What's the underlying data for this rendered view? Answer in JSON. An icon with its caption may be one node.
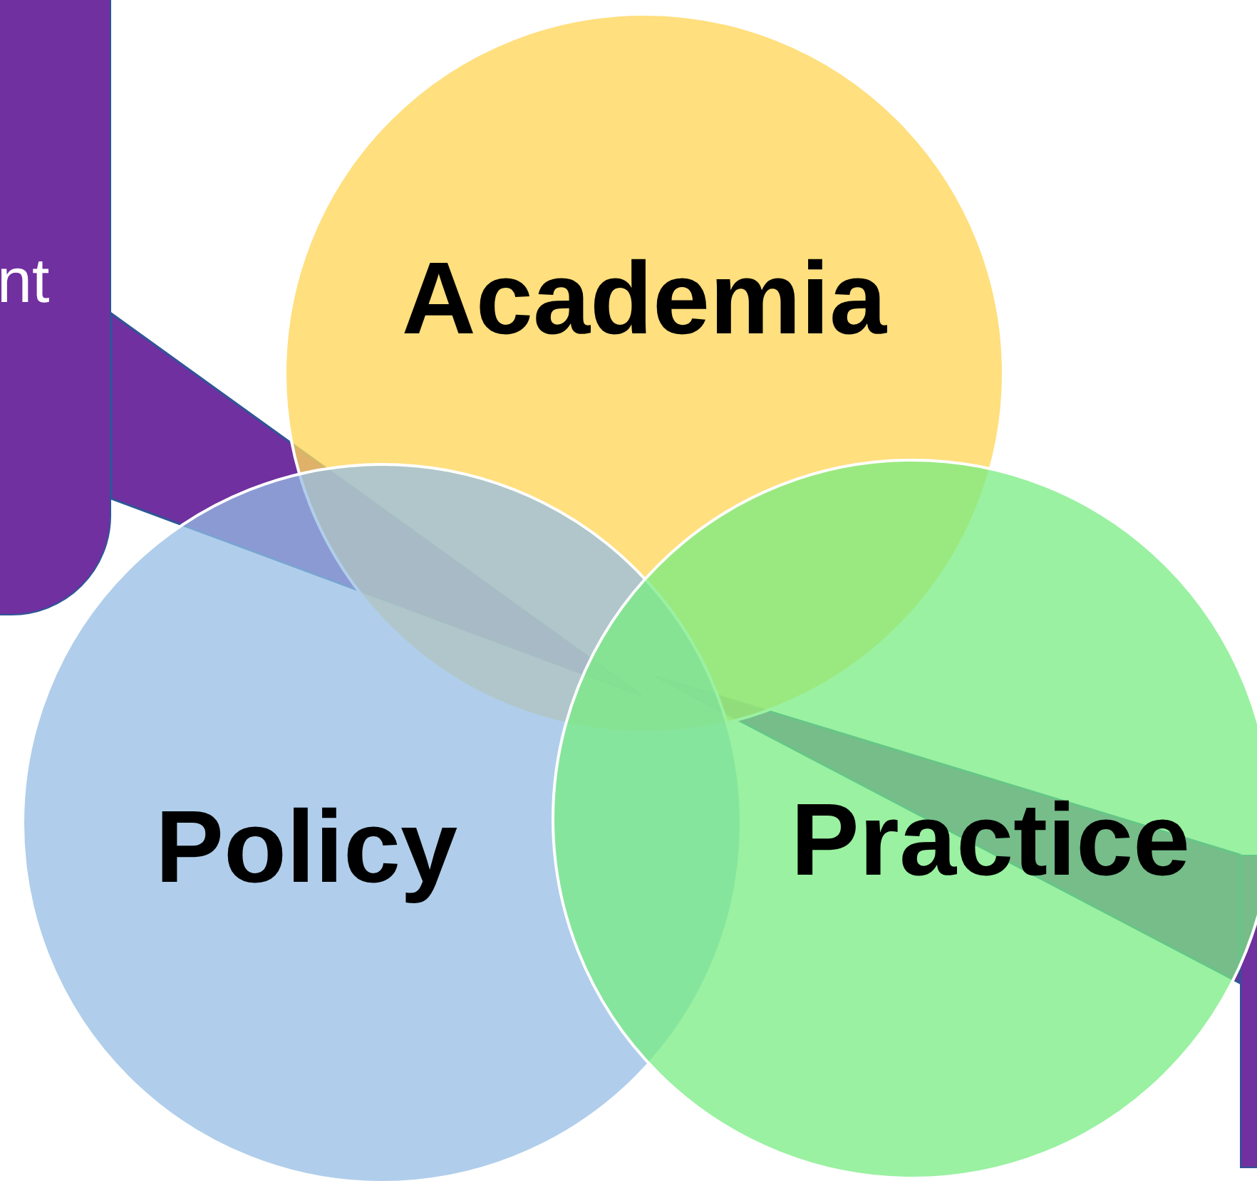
{
  "diagram": {
    "nodes": [
      {
        "text": [
          "nt"
        ]
      },
      {
        "text": [
          "Academia"
        ]
      },
      {
        "text": [
          "Policy"
        ]
      },
      {
        "text": [
          "Practice"
        ]
      },
      {
        "text": [],
        "shape": "box"
      }
    ],
    "edges": [
      {
        "from": 0,
        "to": null,
        "arrow": "to"
      },
      {
        "from": 4,
        "to": null,
        "arrow": "to"
      }
    ]
  }
}
